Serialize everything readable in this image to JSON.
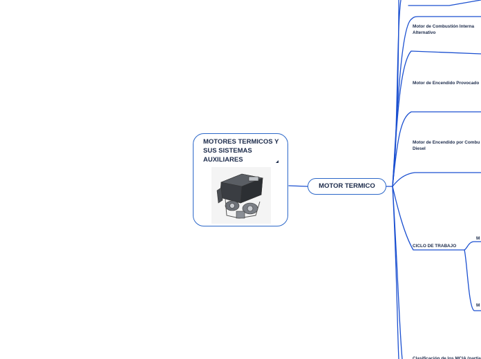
{
  "root": {
    "title": "MOTORES TERMICOS Y SUS  SISTEMAS AUXILIARES",
    "image": "engine-photo"
  },
  "main_topic": {
    "label": "MOTOR TERMICO"
  },
  "branches": [
    {
      "label_line1": "Motor de Combustión Interna",
      "label_line2": "Alternativo"
    },
    {
      "label_line1": "Motor de Encendido Provocado",
      "label_line2": ""
    },
    {
      "label_line1": "Motor de Encendido por Combu",
      "label_line2": "Diesel"
    },
    {
      "label_line1": "CICLO DE TRABAJO",
      "label_line2": ""
    },
    {
      "label_line1": "Clasificación de los MCIA (partial)",
      "label_line2": ""
    }
  ],
  "sub_branches": [
    {
      "label": "M"
    },
    {
      "label": "M"
    }
  ],
  "colors": {
    "connector": "#1a4fd0",
    "node_border": "#2a66c8",
    "text": "#1b2a4a"
  }
}
